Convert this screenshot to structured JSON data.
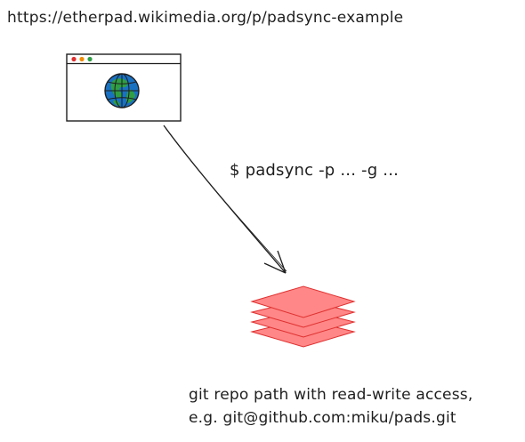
{
  "url_label": "https://etherpad.wikimedia.org/p/padsync-example",
  "command_label": "$ padsync -p ... -g ...",
  "repo_label": {
    "line1": "git repo path with read-write access,",
    "line2": "e.g. git@github.com:miku/pads.git"
  },
  "icons": {
    "browser": "browser-window-icon",
    "globe": "globe-icon",
    "repo": "git-repo-stack-icon"
  },
  "colors": {
    "stroke": "#1e1e1e",
    "globe_blue": "#1971c2",
    "globe_green": "#2f9e44",
    "layer_fill": "#ff8787",
    "layer_stroke": "#e03131",
    "dot_red": "#e03131",
    "dot_orange": "#f08c00",
    "dot_green": "#2f9e44"
  }
}
